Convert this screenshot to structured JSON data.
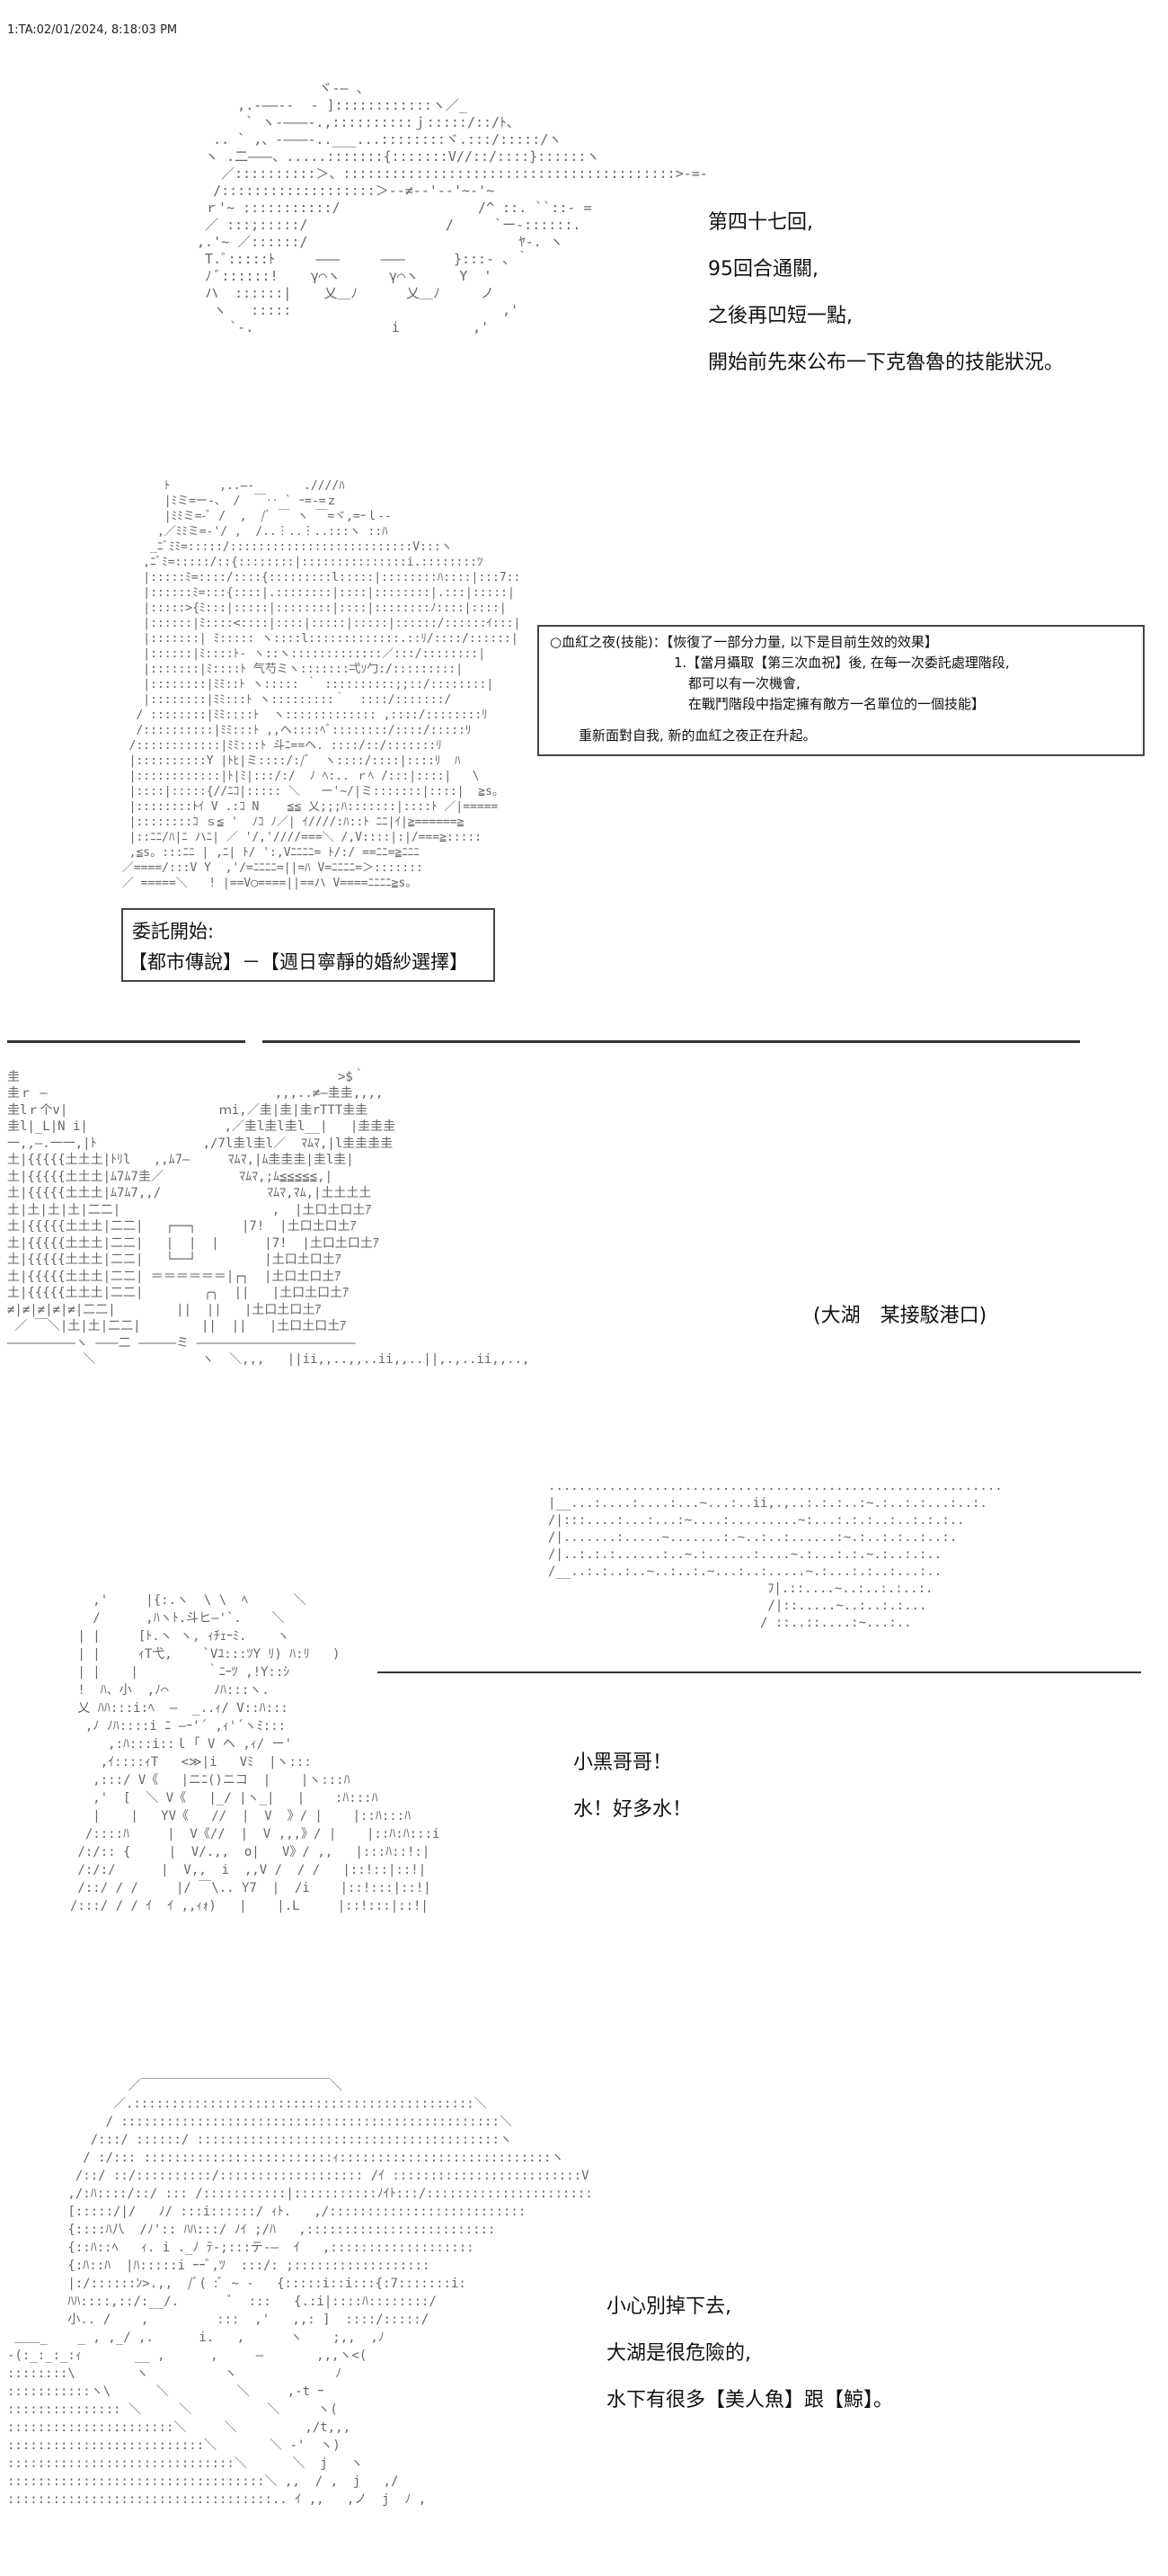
{
  "header": {
    "post_id": "1:TA:02/01/2024, 8:18:03 PM"
  },
  "narration": {
    "intro": [
      "第四十七回,",
      "95回合通關,",
      "之後再凹短一點,",
      "開始前先來公布一下克魯魯的技能狀況。"
    ]
  },
  "skill_box": {
    "title": "○血紅之夜(技能)：【恢復了一部分力量, 以下是目前生效的效果】",
    "item1_a": "1.【當月攝取【第三次血祝】後, 在每一次委託處理階段,",
    "item1_b": "都可以有一次機會,",
    "item1_c": "在戰鬥階段中指定擁有敵方一名單位的一個技能】",
    "footer": "重新面對自我, 新的血紅之夜正在升起。"
  },
  "commission_box": {
    "line1": "委託開始:",
    "line2": "【都市傳說】－【週日寧靜的婚紗選擇】"
  },
  "scene": {
    "location": "(大湖　某接駁港口)"
  },
  "dialogue_1": [
    "小黑哥哥！",
    "水！好多水！"
  ],
  "dialogue_2": [
    "小心別掉下去,",
    "大湖是很危險的,",
    "水下有很多【美人魚】跟【鯨】。"
  ]
}
